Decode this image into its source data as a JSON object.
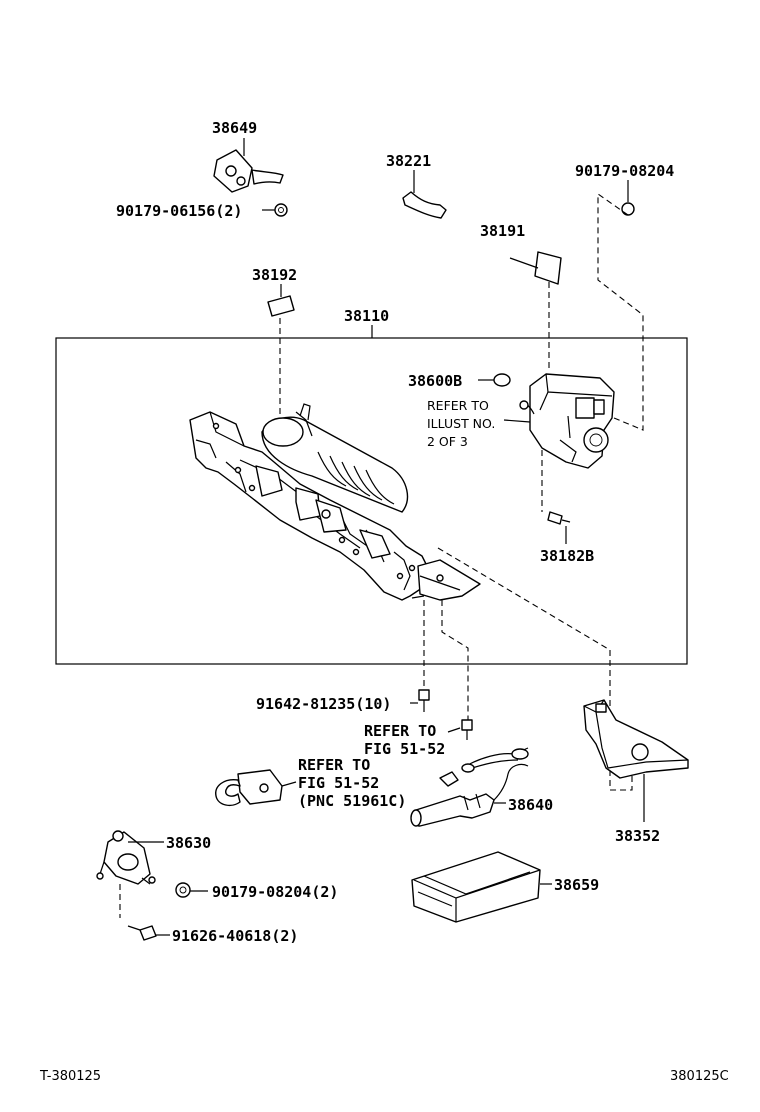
{
  "labels": {
    "p38649": "38649",
    "p38221": "38221",
    "p90179_08204_top": "90179-08204",
    "p90179_06156": "90179-06156(2)",
    "p38191": "38191",
    "p38192": "38192",
    "p38110": "38110",
    "p38600B": "38600B",
    "p38182B": "38182B",
    "p91642": "91642-81235(10)",
    "p38640": "38640",
    "p38352": "38352",
    "p38630": "38630",
    "p90179_08204_2": "90179-08204(2)",
    "p91626": "91626-40618(2)",
    "p38659": "38659"
  },
  "notes": {
    "refer_illust_1": "REFER TO",
    "refer_illust_2": "ILLUST NO.",
    "refer_illust_3": "2 OF 3",
    "refer_fig_a_1": "REFER TO",
    "refer_fig_a_2": "FIG 51-52",
    "refer_fig_b_1": "REFER TO",
    "refer_fig_b_2": "FIG 51-52",
    "refer_fig_b_3": "(PNC 51961C)"
  },
  "footer": {
    "left": "T-380125",
    "right": "380125C"
  }
}
